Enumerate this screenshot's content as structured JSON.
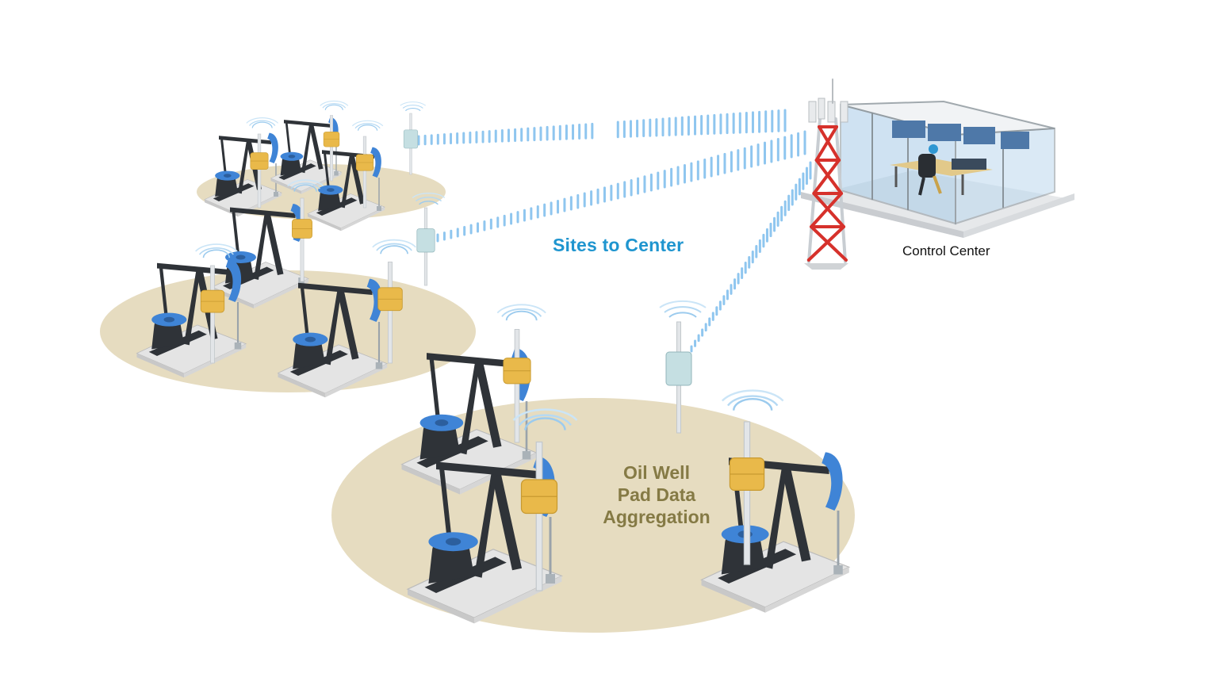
{
  "labels": {
    "sites_to_center": "Sites to Center",
    "control_center": "Control Center",
    "pad_data_aggregation": [
      "Oil Well",
      "Pad Data",
      "Aggregation"
    ]
  },
  "colors": {
    "ground": "#e6dcc0",
    "pumpjack_body": "#2f3338",
    "pumpjack_accent": "#3f84d6",
    "rtu_box": "#e9b94a",
    "radio_box": "#c5dfe2",
    "signal": "#8fc6ef",
    "tower_red": "#d6312b",
    "label_blue": "#1f95cf",
    "label_olive": "#857a45"
  },
  "icons": [
    "pumpjack-icon",
    "rtu-box-icon",
    "radio-antenna-icon",
    "wireless-signal-icon",
    "cell-tower-icon",
    "control-room-icon",
    "operator-icon"
  ]
}
